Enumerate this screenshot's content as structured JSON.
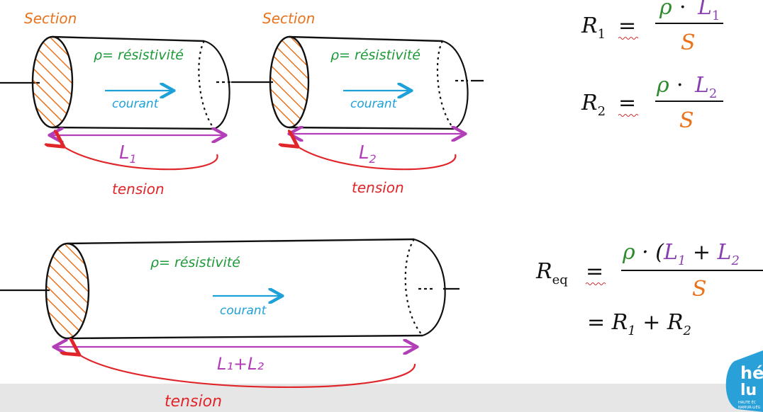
{
  "diagram": {
    "labels": {
      "section": "Section",
      "resistivity": "ρ= résistivité",
      "current": "courant",
      "tension": "tension",
      "tension_bottom": "tension",
      "l1": "L",
      "l1_sub": "1",
      "l2": "L",
      "l2_sub": "2",
      "l_sum": "L₁+L₂"
    },
    "formulas": {
      "r1_lhs": "R",
      "r1_sub": "1",
      "r2_lhs": "R",
      "r2_sub": "2",
      "equals": "=",
      "rho": "ρ",
      "dot": "·",
      "num_l": "L",
      "num_sub1": "1",
      "num_sub2": "2",
      "den_s": "S",
      "req_lhs": "R",
      "req_sub": "eq",
      "req_num": "ρ · (L₁ + L₂",
      "req_den": "S",
      "req_second": "= R₁ + R₂"
    },
    "colors": {
      "section": "#e8731c",
      "resistivity": "#1f9a3a",
      "current": "#1ea0d8",
      "length": "#b23fb8",
      "tension": "#e0262a",
      "sym_s": "#e8731c",
      "sym_l": "#8a3fb0",
      "sym_rho": "#2e8b2e",
      "ink": "#111111"
    },
    "logo_text": "hé\nlu",
    "logo_lettering": "HAUTE ÉC NAMUR-LIÉG"
  }
}
